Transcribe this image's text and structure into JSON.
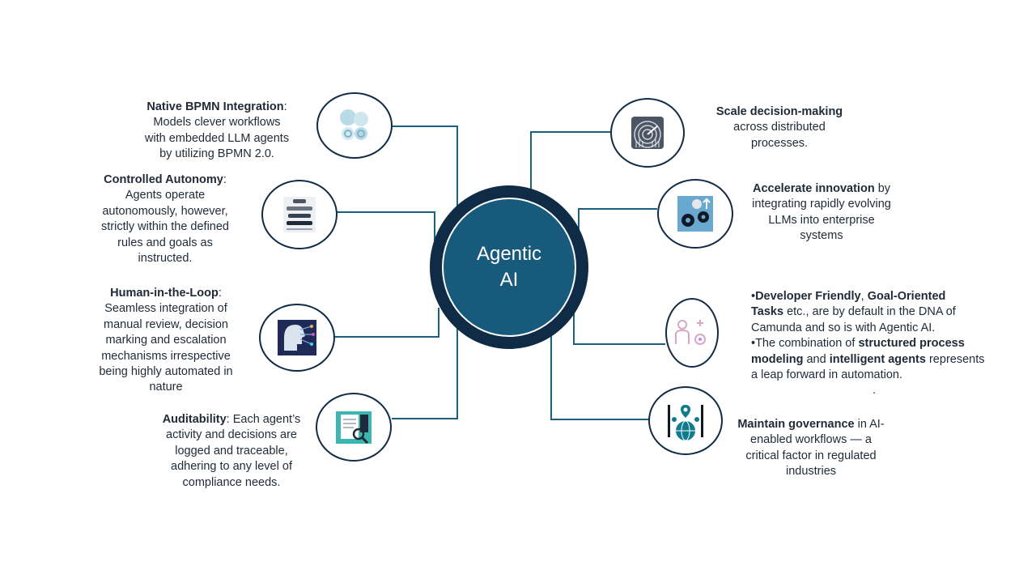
{
  "center": {
    "title_line1": "Agentic",
    "title_line2": "AI"
  },
  "left": [
    {
      "title": "Native BPMN Integration",
      "sep": ":",
      "lines": [
        "Models clever workflows",
        "with embedded LLM agents",
        "by utilizing BPMN 2.0."
      ],
      "icon": "puzzle-gears-icon"
    },
    {
      "title": "Controlled Autonomy",
      "sep": ":",
      "lines": [
        "Agents operate",
        "autonomously, however,",
        "strictly within the defined",
        "rules and goals as",
        "instructed."
      ],
      "icon": "autonomy-levels-icon",
      "icon_caption": "AUTONOMY LEVEL"
    },
    {
      "title": "Human-in-the-Loop",
      "sep": ":",
      "lines": [
        "Seamless integration of",
        "manual review, decision",
        "marking and escalation",
        "mechanisms irrespective",
        "being highly automated in",
        "nature"
      ],
      "icon": "human-brain-network-icon"
    },
    {
      "title": "Auditability",
      "sep": ": Each agent’s",
      "lines": [
        "activity and decisions are",
        "logged and traceable,",
        "adhering to any level of",
        "compliance needs."
      ],
      "icon": "audit-report-icon"
    }
  ],
  "right": [
    {
      "title": "Scale decision-making",
      "lines": [
        "across distributed",
        "processes."
      ],
      "icon": "radar-icon"
    },
    {
      "title": "Accelerate innovation",
      "title_rest": " by",
      "lines": [
        "integrating rapidly evolving",
        "LLMs into enterprise",
        "systems"
      ],
      "icon": "innovation-gears-icon"
    },
    {
      "bullet1_prefix": "•",
      "bullet1_b1": "Developer Friendly",
      "bullet1_t1": ", ",
      "bullet1_b2": "Goal-Oriented",
      "bullet1_b2b": "Tasks",
      "bullet1_t2": " etc., are by default in the DNA of",
      "bullet1_line3": "Camunda and so is with Agentic AI.",
      "bullet2_t1": "•The combination of ",
      "bullet2_b1": "structured process",
      "bullet2_b2": "modeling",
      "bullet2_t2": " and ",
      "bullet2_b3": "intelligent agents",
      "bullet2_t3": " represents",
      "bullet2_line3": "a leap forward in automation.",
      "dot": ".",
      "icon": "developer-goal-icon"
    },
    {
      "title": "Maintain governance",
      "title_rest": " in AI-",
      "lines": [
        "enabled workflows — a",
        "critical factor in regulated",
        "industries"
      ],
      "icon": "governance-globe-icon"
    }
  ],
  "colors": {
    "hub_dark": "#0f2b45",
    "hub_fill": "#175a7c",
    "line": "#1c5f7f",
    "text": "#1f2a36"
  }
}
